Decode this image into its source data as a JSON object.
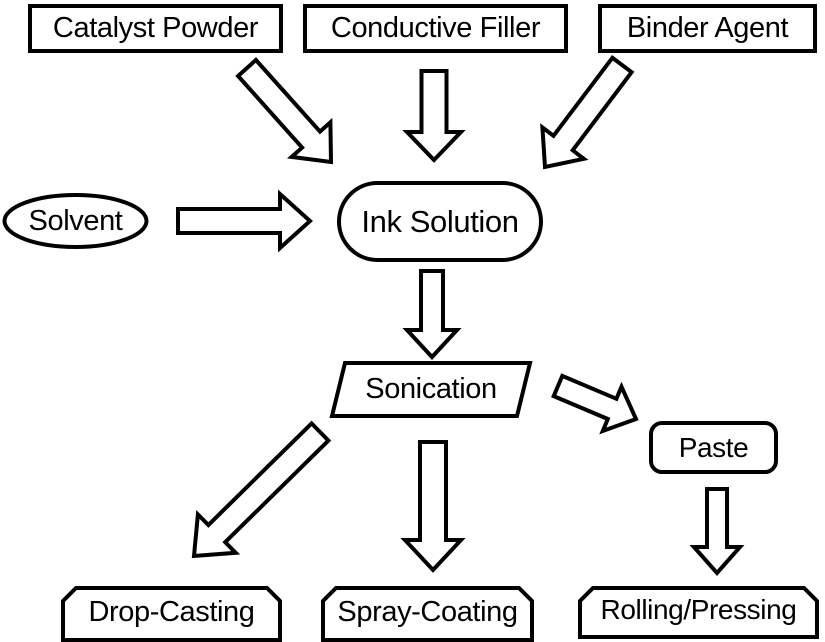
{
  "diagram": {
    "type": "process-flowchart",
    "description": "Ink/paste preparation and deposition process flow",
    "colors": {
      "stroke": "#000000",
      "node_fill": "#ffffff",
      "background": "#ffffff"
    },
    "nodes": {
      "catalyst_powder": {
        "label": "Catalyst Powder",
        "shape": "rectangle"
      },
      "conductive_filler": {
        "label": "Conductive Filler",
        "shape": "rectangle"
      },
      "binder_agent": {
        "label": "Binder Agent",
        "shape": "rectangle"
      },
      "solvent": {
        "label": "Solvent",
        "shape": "ellipse"
      },
      "ink_solution": {
        "label": "Ink Solution",
        "shape": "stadium"
      },
      "sonication": {
        "label": "Sonication",
        "shape": "parallelogram"
      },
      "paste": {
        "label": "Paste",
        "shape": "rounded-rectangle"
      },
      "drop_casting": {
        "label": "Drop-Casting",
        "shape": "chamfered-rectangle"
      },
      "spray_coating": {
        "label": "Spray-Coating",
        "shape": "chamfered-rectangle"
      },
      "rolling_pressing": {
        "label": "Rolling/Pressing",
        "shape": "chamfered-rectangle"
      }
    },
    "edges": [
      {
        "from": "Catalyst Powder",
        "to": "Ink Solution",
        "style": "block-arrow"
      },
      {
        "from": "Conductive Filler",
        "to": "Ink Solution",
        "style": "block-arrow"
      },
      {
        "from": "Binder Agent",
        "to": "Ink Solution",
        "style": "block-arrow"
      },
      {
        "from": "Solvent",
        "to": "Ink Solution",
        "style": "block-arrow"
      },
      {
        "from": "Ink Solution",
        "to": "Sonication",
        "style": "block-arrow"
      },
      {
        "from": "Sonication",
        "to": "Drop-Casting",
        "style": "block-arrow"
      },
      {
        "from": "Sonication",
        "to": "Spray-Coating",
        "style": "block-arrow"
      },
      {
        "from": "Sonication",
        "to": "Paste",
        "style": "block-arrow"
      },
      {
        "from": "Paste",
        "to": "Rolling/Pressing",
        "style": "block-arrow"
      }
    ]
  }
}
